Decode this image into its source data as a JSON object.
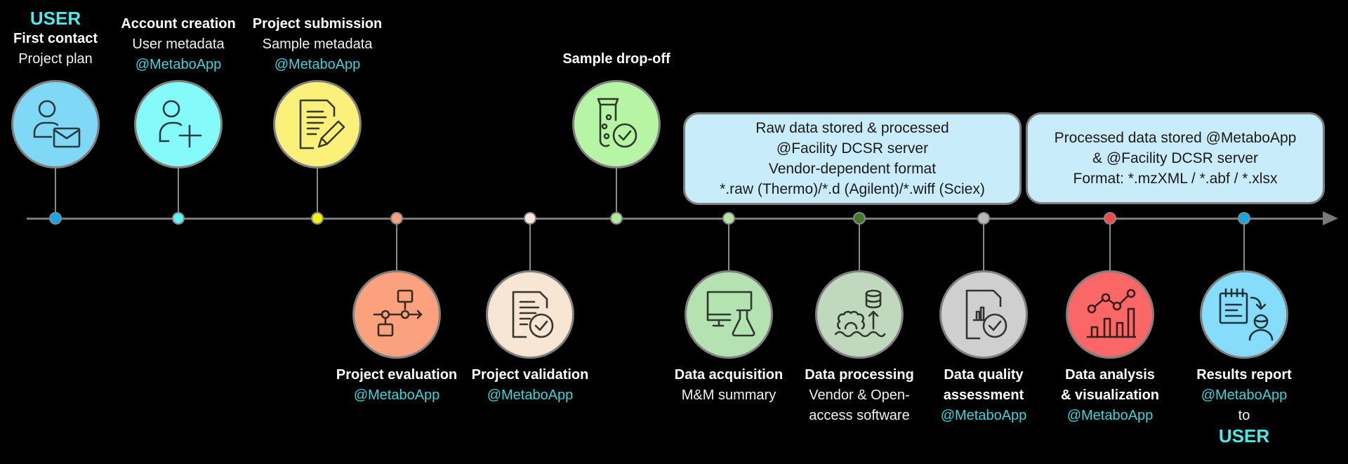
{
  "title": "Metabolomics facility workflow timeline",
  "colors": {
    "timeline": "#7a7a7a",
    "app_text": "#3fd3db",
    "user_text": "#4fe9ea",
    "infobox_bg": "#c9ecfa"
  },
  "top_steps": [
    {
      "id": "first-contact",
      "header": "USER",
      "title": "First contact",
      "lines": [
        "Project plan"
      ],
      "app": "",
      "icon": "user-mail-icon",
      "fill": "#7fd8f5",
      "dot": "#10a8e8"
    },
    {
      "id": "account-creation",
      "header": "",
      "title": "Account creation",
      "lines": [
        "User metadata"
      ],
      "app": "@MetaboApp",
      "icon": "user-add-icon",
      "fill": "#85fafa",
      "dot": "#5ef3f6"
    },
    {
      "id": "project-submission",
      "header": "",
      "title": "Project submission",
      "lines": [
        "Sample metadata"
      ],
      "app": "@MetaboApp",
      "icon": "document-edit-icon",
      "fill": "#fbf07a",
      "dot": "#f6f20a"
    },
    {
      "id": "sample-drop-off",
      "header": "",
      "title": "Sample drop-off",
      "lines": [],
      "app": "",
      "icon": "test-tube-check-icon",
      "fill": "#b5f5a3",
      "dot": "#b0eaa0"
    }
  ],
  "bottom_steps": [
    {
      "id": "project-evaluation",
      "title": "Project evaluation",
      "lines": [],
      "app": "@MetaboApp",
      "footer": "",
      "icon": "process-flow-icon",
      "fill": "#fba17e",
      "dot": "#f5a07e"
    },
    {
      "id": "project-validation",
      "title": "Project validation",
      "lines": [],
      "app": "@MetaboApp",
      "footer": "",
      "icon": "document-check-icon",
      "fill": "#f7e6d3",
      "dot": "#fbe6dc"
    },
    {
      "id": "data-acquisition",
      "title": "Data acquisition",
      "lines": [
        "M&M summary"
      ],
      "app": "",
      "footer": "",
      "icon": "computer-flask-icon",
      "fill": "#b4e2b0",
      "dot": "#b4e2a4"
    },
    {
      "id": "data-processing",
      "title": "Data processing",
      "lines": [
        "Vendor & Open-",
        "access software"
      ],
      "app": "",
      "footer": "",
      "icon": "gear-database-icon",
      "fill": "#c0d9be",
      "dot": "#3c7a2a"
    },
    {
      "id": "data-quality",
      "title": "Data quality",
      "lines": [],
      "title2": "assessment",
      "app": "@MetaboApp",
      "footer": "",
      "icon": "chart-document-check-icon",
      "fill": "#cfcfcf",
      "dot": "#b8b8b8"
    },
    {
      "id": "data-analysis",
      "title": "Data analysis",
      "title2": "& visualization",
      "lines": [],
      "app": "@MetaboApp",
      "footer": "",
      "icon": "chart-analytics-icon",
      "fill": "#fa6766",
      "dot": "#f24a4a"
    },
    {
      "id": "results-report",
      "title": "Results report",
      "lines": [],
      "app": "@MetaboApp",
      "to": "to",
      "footer": "USER",
      "icon": "report-to-user-icon",
      "fill": "#85dcfb",
      "dot": "#10a8e8"
    }
  ],
  "info_boxes": [
    {
      "id": "raw-data-box",
      "lines": [
        "Raw data stored & processed",
        "@Facility DCSR server",
        "Vendor-dependent format",
        "*.raw (Thermo)/*.d (Agilent)/*.wiff (Sciex)"
      ]
    },
    {
      "id": "processed-data-box",
      "lines": [
        "Processed data stored @MetaboApp",
        "& @Facility DCSR server",
        "Format: *.mzXML / *.abf / *.xlsx"
      ]
    }
  ]
}
